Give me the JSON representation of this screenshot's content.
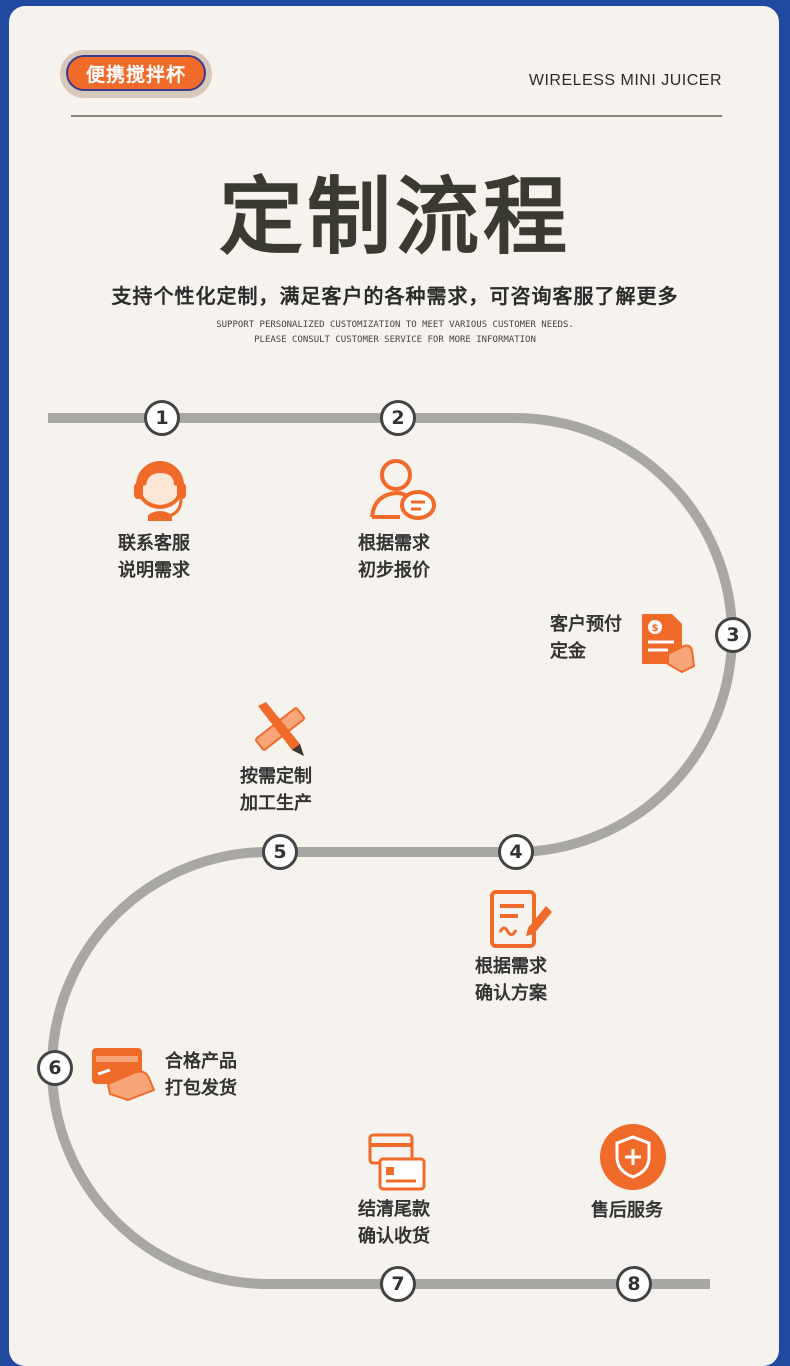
{
  "badge": "便携搅拌杯",
  "brand": "WIRELESS MINI JUICER",
  "title": "定制流程",
  "subtitle": "支持个性化定制，满足客户的各种需求，可咨询客服了解更多",
  "en_line1": "SUPPORT PERSONALIZED CUSTOMIZATION TO MEET VARIOUS CUSTOMER NEEDS.",
  "en_line2": "PLEASE CONSULT CUSTOMER SERVICE FOR MORE INFORMATION",
  "colors": {
    "accent": "#f06a2a",
    "path": "#a9a7a3",
    "background": "#1f4aa0"
  },
  "steps": [
    {
      "num": "1",
      "line1": "联系客服",
      "line2": "说明需求",
      "icon": "headset-agent-icon"
    },
    {
      "num": "2",
      "line1": "根据需求",
      "line2": "初步报价",
      "icon": "user-chat-icon"
    },
    {
      "num": "3",
      "line1": "客户预付",
      "line2": "定金",
      "icon": "deposit-document-icon"
    },
    {
      "num": "4",
      "line1": "根据需求",
      "line2": "确认方案",
      "icon": "document-edit-icon"
    },
    {
      "num": "5",
      "line1": "按需定制",
      "line2": "加工生产",
      "icon": "pencil-ruler-icon"
    },
    {
      "num": "6",
      "line1": "合格产品",
      "line2": "打包发货",
      "icon": "card-hand-icon"
    },
    {
      "num": "7",
      "line1": "结清尾款",
      "line2": "确认收货",
      "icon": "bank-card-icon"
    },
    {
      "num": "8",
      "line1": "售后服务",
      "line2": "",
      "icon": "shield-plus-icon"
    }
  ]
}
